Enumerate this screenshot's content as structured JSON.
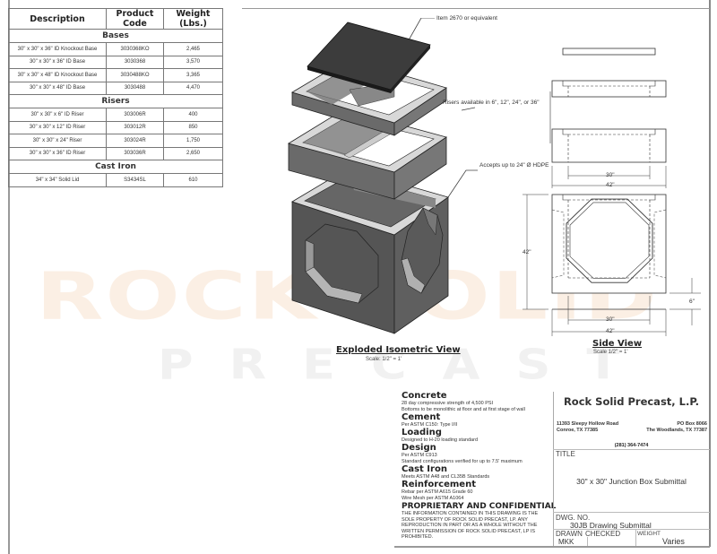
{
  "watermark": {
    "line1": "ROCK SOLID",
    "line2": "PRECAST",
    "colors": {
      "line1": "#fbefe4",
      "line2": "#f1f1f1"
    }
  },
  "product_table": {
    "headers": [
      "Description",
      "Product Code",
      "Weight (Lbs.)"
    ],
    "sections": [
      {
        "title": "Bases",
        "rows": [
          [
            "30\" x 30\" x 36\" ID Knockout Base",
            "3030368KO",
            "2,465"
          ],
          [
            "30\" x 30\" x 36\" ID Base",
            "3030368",
            "3,570"
          ],
          [
            "30\" x 30\" x 48\" ID Knockout Base",
            "3030488KO",
            "3,365"
          ],
          [
            "30\" x 30\" x 48\" ID Base",
            "3030488",
            "4,470"
          ]
        ]
      },
      {
        "title": "Risers",
        "rows": [
          [
            "30\" x 30\" x 6\" ID Riser",
            "303006R",
            "400"
          ],
          [
            "30\" x 30\" x 12\" ID Riser",
            "303012R",
            "850"
          ],
          [
            "30\" x 30\" x 24\" Riser",
            "303024R",
            "1,750"
          ],
          [
            "30\" x 30\" x 36\" ID Riser",
            "303036R",
            "2,650"
          ]
        ]
      },
      {
        "title": "Cast Iron",
        "rows": [
          [
            "34\" x 34\" Solid Lid",
            "S3434SL",
            "610"
          ]
        ]
      }
    ]
  },
  "isometric_view": {
    "callouts": {
      "lid": "Item 2670 or equivalent",
      "risers": "Risers available in 6\", 12\", 24\", or 36\"",
      "hdpe": "Accepts up to 24\" Ø HDPE"
    },
    "title": "Exploded Isometric View",
    "scale": "Scale: 1/2\" = 1'"
  },
  "side_view": {
    "dimensions": {
      "inner_top": "30\"",
      "outer_top": "42\"",
      "height": "42\"",
      "floor": "6\"",
      "inner_bottom": "30\"",
      "outer_bottom": "42\""
    },
    "title": "Side View",
    "scale": "Scale 1/2\" = 1'"
  },
  "specs": {
    "items": [
      {
        "heading": "Concrete",
        "lines": [
          "28 day compressive strength of 4,500 PSI",
          "Bottoms to be monolithic at floor and at first stage of wall"
        ]
      },
      {
        "heading": "Cement",
        "lines": [
          "Per ASTM C150: Type I/II"
        ]
      },
      {
        "heading": "Loading",
        "lines": [
          "Designed to H-20 loading standard"
        ]
      },
      {
        "heading": "Design",
        "lines": [
          "Per ASTM C913",
          "Standard configurations verified for up to 7.5' maximum"
        ]
      },
      {
        "heading": "Cast Iron",
        "lines": [
          "Meets ASTM A48 and CL35B Standards"
        ]
      },
      {
        "heading": "Reinforcement",
        "lines": [
          "Rebar per ASTM A615 Grade 60",
          "Wire Mesh per ASTM A1064"
        ]
      }
    ],
    "proprietary": {
      "heading": "PROPRIETARY AND CONFIDENTIAL",
      "text": "THE INFORMATION CONTAINED IN THIS DRAWING IS THE SOLE PROPERTY OF ROCK SOLID PRECAST, LP.  ANY REPRODUCTION IN PART OR AS A WHOLE WITHOUT THE WRITTEN PERMISSION OF ROCK SOLID PRECAST, LP IS PROHIBITED."
    }
  },
  "title_block": {
    "company": "Rock Solid Precast, L.P.",
    "address_left": [
      "11393 Sleepy Hollow Road",
      "Conroe, TX 77385"
    ],
    "address_right": [
      "PO Box 8066",
      "The Woodlands, TX 77387"
    ],
    "phone": "(281) 364-7474",
    "title_label": "TITLE",
    "title_value": "30\" x 30\" Junction Box Submittal",
    "dwg_no_label": "DWG.  NO.",
    "dwg_no_value": "30JB Drawing Submittal",
    "drawn_label": "DRAWN",
    "checked_label": "CHECKED",
    "weight_label": "WEIGHT",
    "drawn_value": "MKK",
    "checked_value": "",
    "weight_value": "Varies"
  }
}
